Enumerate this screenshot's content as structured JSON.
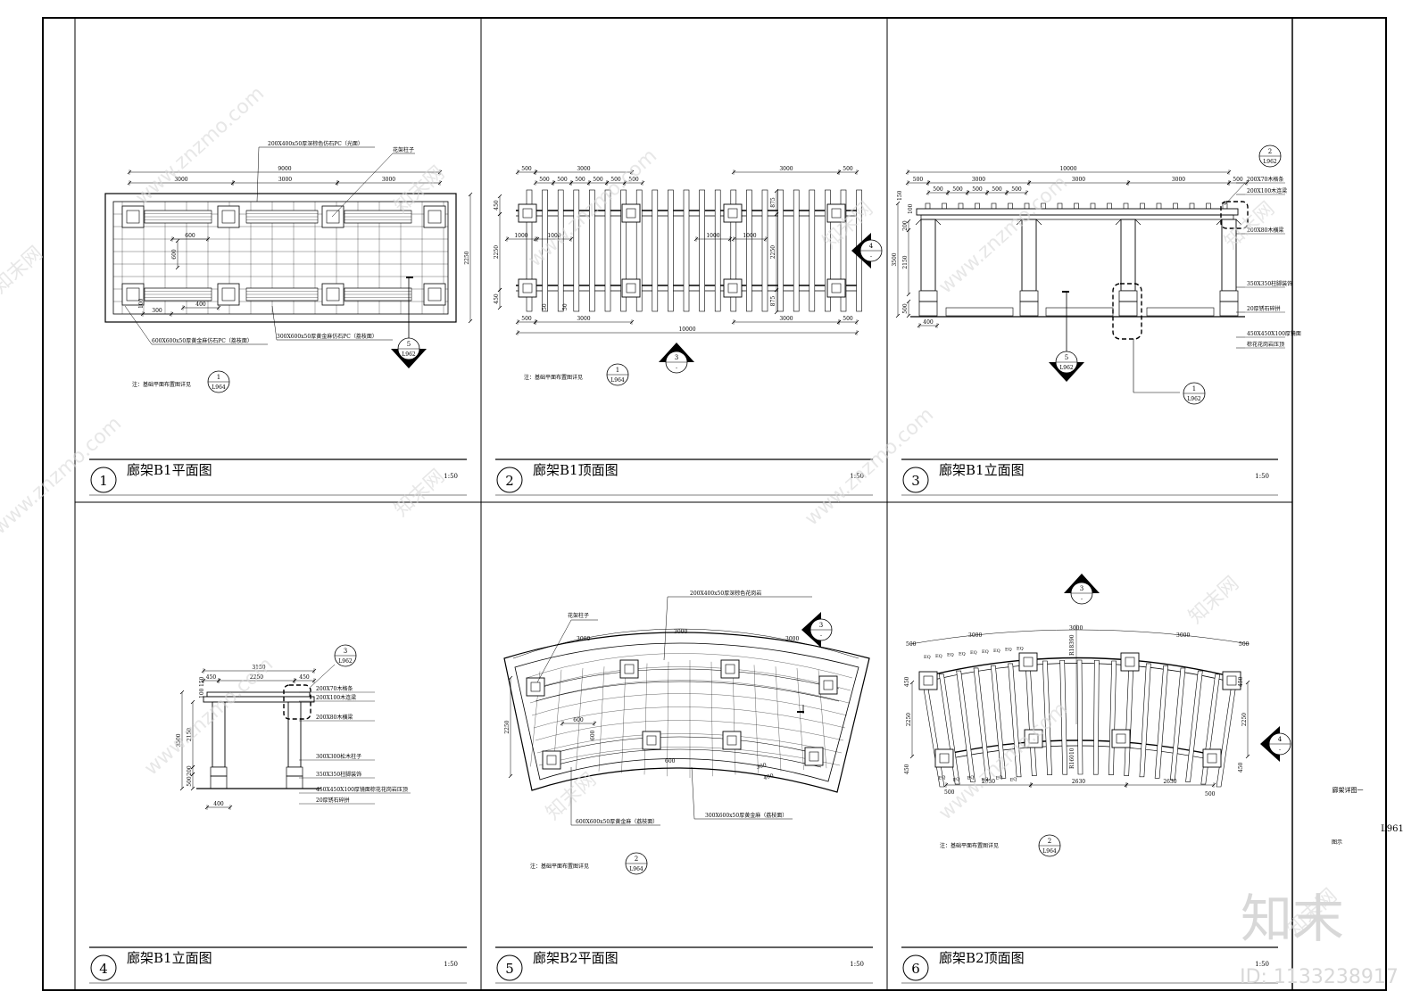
{
  "sheet": {
    "code": "L961",
    "side_title": "廊架详图一",
    "side_sub": "图示"
  },
  "watermark": {
    "site": "www.znzmo.com",
    "brand": "知末网",
    "logo": "知末",
    "id": "ID: 1133238917"
  },
  "panels": [
    {
      "num": "1",
      "title": "廊架B1平面图",
      "scale": "1:50"
    },
    {
      "num": "2",
      "title": "廊架B1顶面图",
      "scale": "1:50"
    },
    {
      "num": "3",
      "title": "廊架B1立面图",
      "scale": "1:50"
    },
    {
      "num": "4",
      "title": "廊架B1立面图",
      "scale": "1:50"
    },
    {
      "num": "5",
      "title": "廊架B2平面图",
      "scale": "1:50"
    },
    {
      "num": "6",
      "title": "廊架B2顶面图",
      "scale": "1:50"
    }
  ],
  "p1": {
    "d_top": "9000",
    "d_segs": [
      "3000",
      "3000",
      "3000"
    ],
    "d_side": "2250",
    "d_600a": "600",
    "d_600b": "600",
    "d_400": "400",
    "d_300": "300",
    "d_100": "100",
    "label_top": "200X400x50厚深棕色仿石PC（光面）",
    "label_col": "花架柱子",
    "label_bl": "600X600x50厚黄金麻仿石PC（荔枝面）",
    "label_br": "300X600x50厚黄金麻仿石PC（荔枝面）",
    "note": "注：基础平面布置图详见",
    "ref_note": {
      "top": "1",
      "bot": "L964"
    },
    "ref_5": {
      "top": "5",
      "bot": "L962"
    }
  },
  "p2": {
    "d_top": [
      "500",
      "3000",
      "3000",
      "500"
    ],
    "d_500s": [
      "500",
      "500",
      "500",
      "500",
      "500",
      "500"
    ],
    "d_bot": [
      "500",
      "3000",
      "3000",
      "500"
    ],
    "d_total": "10000",
    "d_side_l": [
      "450",
      "2250",
      "450"
    ],
    "d_1000": [
      "1000",
      "1000",
      "1000",
      "1000"
    ],
    "d_875": [
      "875",
      "2250",
      "875"
    ],
    "d_50": [
      "50",
      "50"
    ],
    "note": "注：基础平面布置图详见",
    "ref_note": {
      "top": "1",
      "bot": "L964"
    },
    "ref_3": {
      "top": "3",
      "bot": "-"
    },
    "ref_4": {
      "top": "4",
      "bot": "-"
    }
  },
  "p3": {
    "d_total": "10000",
    "d_row": [
      "500",
      "3000",
      "3000",
      "3000",
      "500"
    ],
    "d_500s": [
      "500",
      "500",
      "500",
      "500",
      "500"
    ],
    "d_left": [
      "3500",
      "2150",
      "500",
      "200",
      "150",
      "100",
      "400"
    ],
    "labels": [
      "200X70木格条",
      "200X100木连梁",
      "200X80木横梁",
      "350X350柱脚装饰",
      "20厚锈石碎拼",
      "450X450X100厚镜面",
      "棕花花岗岩压顶"
    ],
    "ref_2": {
      "top": "2",
      "bot": "L962"
    },
    "ref_5": {
      "top": "5",
      "bot": "L962"
    },
    "ref_1": {
      "top": "1",
      "bot": "L962"
    }
  },
  "p4": {
    "d_top": [
      "3150",
      "2250",
      "450",
      "450"
    ],
    "d_left": [
      "3500",
      "2150",
      "500",
      "200",
      "150",
      "100"
    ],
    "d_400": "400",
    "labels": [
      "200X70木格条",
      "200X100木连梁",
      "200X80木横梁",
      "300X300松木柱子",
      "350X350柱脚装饰",
      "450X450X100厚镜面棕花花岗岩压顶",
      "20厚锈石碎拼"
    ],
    "ref_3": {
      "top": "3",
      "bot": "L962"
    }
  },
  "p5": {
    "label_top": "200X400x50厚深棕色花岗岩",
    "label_col": "花架柱子",
    "d_3000": [
      "3000",
      "3000",
      "3000"
    ],
    "d_2250": "2250",
    "d_600": [
      "600",
      "600",
      "600"
    ],
    "d_400": "400",
    "d_300": "300",
    "label_bl": "600X600x50厚黄金麻（荔枝面）",
    "label_br": "300X600x50厚黄金麻（荔枝面）",
    "note": "注：基础平面布置图详见",
    "ref_note": {
      "top": "2",
      "bot": "L964"
    },
    "ref_3": {
      "top": "3",
      "bot": "-"
    }
  },
  "p6": {
    "d_3000": [
      "3000",
      "3000",
      "3000"
    ],
    "d_500": [
      "500",
      "500",
      "500",
      "500"
    ],
    "d_eq": "EQ",
    "d_2630": [
      "2630",
      "2630",
      "2630"
    ],
    "d_2250": [
      "2250",
      "2250"
    ],
    "d_450": [
      "450",
      "450",
      "450",
      "450"
    ],
    "d_r": [
      "R18390",
      "R16010"
    ],
    "note": "注：基础平面布置图详见",
    "ref_note": {
      "top": "2",
      "bot": "L964"
    },
    "ref_3": {
      "top": "3",
      "bot": "-"
    },
    "ref_4": {
      "top": "4",
      "bot": "-"
    }
  }
}
